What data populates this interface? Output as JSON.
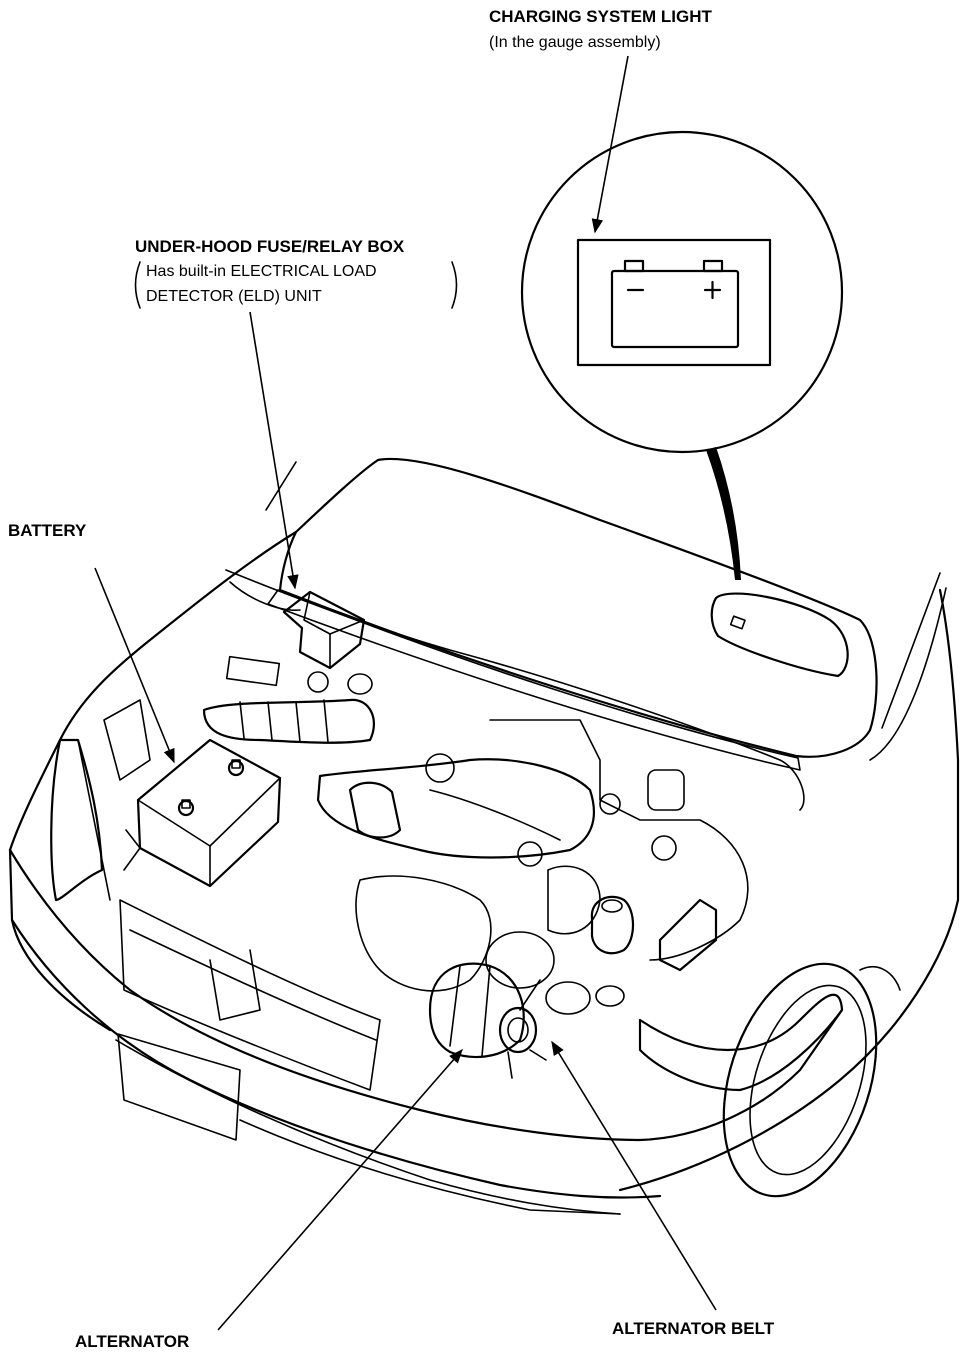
{
  "labels": {
    "charging_light_title": "CHARGING SYSTEM LIGHT",
    "charging_light_note": "(In the gauge assembly)",
    "fuse_box_title": "UNDER-HOOD FUSE/RELAY BOX",
    "fuse_box_note_line1": "Has built-in ELECTRICAL LOAD",
    "fuse_box_note_line2": "DETECTOR (ELD) UNIT",
    "battery": "BATTERY",
    "alternator": "ALTERNATOR",
    "alternator_belt": "ALTERNATOR BELT"
  },
  "battery_icon": {
    "minus": "−",
    "plus": "+"
  },
  "icons": {
    "battery_warning": "battery-warning-icon"
  },
  "colors": {
    "ink": "#000000",
    "paper": "#ffffff"
  }
}
